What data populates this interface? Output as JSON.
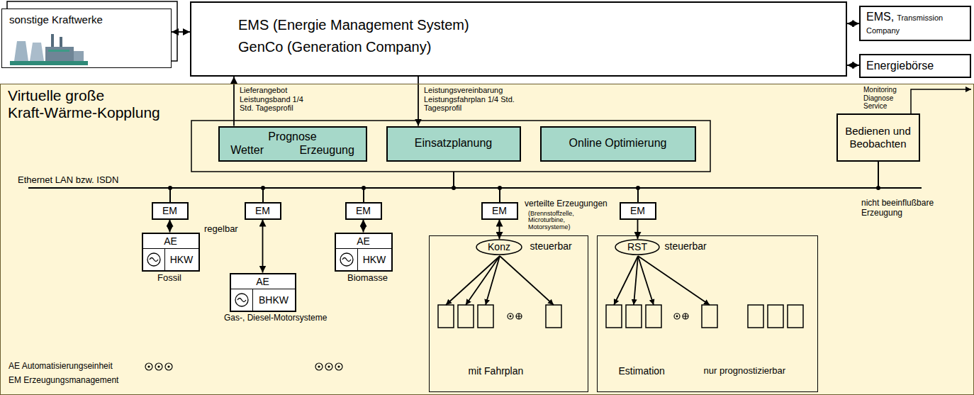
{
  "diagram": {
    "nodes": [
      {
        "text": [
          "sonstige Kraftwerke"
        ]
      },
      {
        "text": [
          "EMS (Energie Management System)",
          "GenCo (Generation Company)"
        ]
      },
      {
        "text": [
          "EMS,",
          "Transmission Company"
        ]
      },
      {
        "text": [
          "Energiebörse"
        ]
      },
      {
        "text": [
          "Virtuelle große Kraft-Wärme-Kopplung"
        ]
      },
      {
        "text": [
          "Prognose",
          "Wetter Erzeugung"
        ],
        "in": 4
      },
      {
        "text": [
          "Einsatzplanung"
        ],
        "in": 4
      },
      {
        "text": [
          "Online Optimierung"
        ],
        "in": 4
      },
      {
        "text": [
          "Bedienen und Beobachten"
        ],
        "in": 4
      },
      {
        "text": [
          "EM"
        ],
        "in": 4
      },
      {
        "text": [
          "EM"
        ],
        "in": 4
      },
      {
        "text": [
          "EM"
        ],
        "in": 4
      },
      {
        "text": [
          "EM"
        ],
        "in": 4
      },
      {
        "text": [
          "EM"
        ],
        "in": 4
      },
      {
        "text": [
          "AE",
          "HKW"
        ],
        "in": 4
      },
      {
        "text": [
          "AE",
          "BHKW"
        ],
        "in": 4
      },
      {
        "text": [
          "AE",
          "HKW"
        ],
        "in": 4
      },
      {
        "text": [
          "steuerbar",
          "mit Fahrplan"
        ],
        "in": 4
      },
      {
        "text": [
          "Konz"
        ],
        "in": 17
      },
      {
        "text": [
          "steuerbar",
          "Estimation",
          "nur prognostizierbar"
        ],
        "in": 4
      },
      {
        "text": [
          "RST"
        ],
        "in": 19
      }
    ],
    "edges": [
      {
        "from": 0,
        "to": 1,
        "arrow": "both"
      },
      {
        "from": 1,
        "to": 2,
        "arrow": "both"
      },
      {
        "from": 1,
        "to": 3,
        "arrow": "both"
      },
      {
        "from": 5,
        "to": 1,
        "arrow": "to",
        "label": "Lieferangebot Leistungsband 1/4 Std. Tagesprofil"
      },
      {
        "from": 1,
        "to": 6,
        "arrow": "to",
        "label": "Leistungsvereinbarung Leistungsfahrplan 1/4 Std. Tagesprofil"
      },
      {
        "from": 9,
        "to": 14,
        "arrow": "both"
      },
      {
        "from": 10,
        "to": 15,
        "arrow": "both"
      },
      {
        "from": 11,
        "to": 16,
        "arrow": "both"
      },
      {
        "from": 12,
        "to": 18,
        "arrow": "both"
      },
      {
        "from": 13,
        "to": 20,
        "arrow": "to"
      }
    ],
    "labels": [
      "Ethernet LAN bzw. ISDN",
      "regelbar",
      "Fossil",
      "Gas-, Diesel-Motorsysteme",
      "Biomasse",
      "verteilte Erzeugungen",
      "(Brennstoffzelle, Microturbine, Motorsysteme)",
      "nicht beeinflußbare Erzeugung",
      "AE Automatisierungseinheit",
      "EM Erzeugungsmanagement",
      "Monitoring Diagnose Service"
    ]
  }
}
